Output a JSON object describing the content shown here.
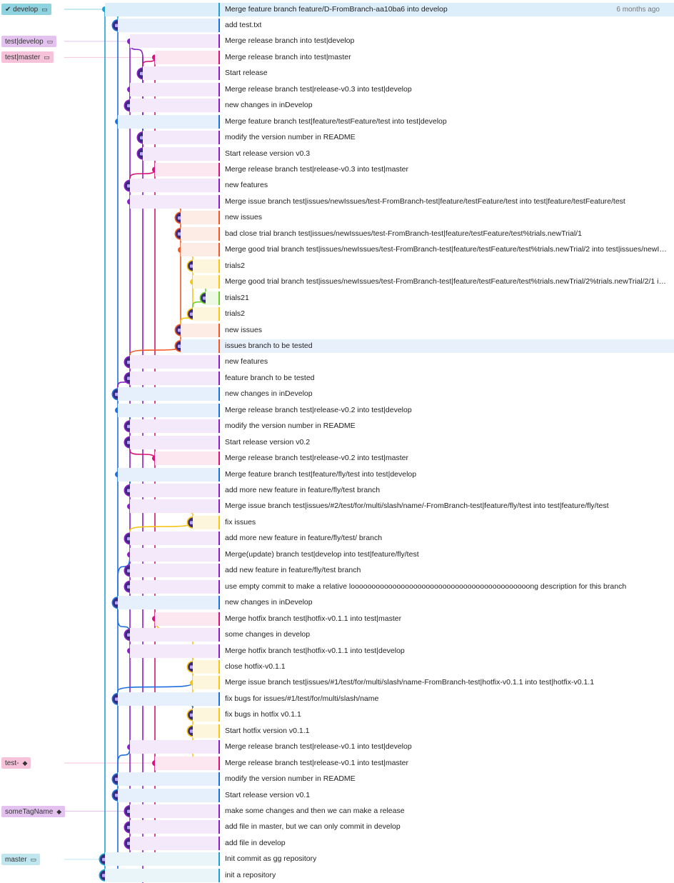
{
  "colors": {
    "cyan": "#1fa0d0",
    "blue": "#1f6fe0",
    "purple": "#8a1fc9",
    "magenta": "#d6137a",
    "orange": "#f05a28",
    "yellow": "#f5c518",
    "green": "#6cd02a",
    "node": "#3a2a7a"
  },
  "refs": [
    {
      "label": "develop",
      "checked": true,
      "icon": "laptop-icon",
      "row": 0,
      "color": "#8fd3e0"
    },
    {
      "label": "test|develop",
      "icon": "laptop-icon",
      "row": 2,
      "color": "#e3c2f0"
    },
    {
      "label": "test|master",
      "icon": "laptop-icon",
      "row": 3,
      "color": "#f6c2da"
    },
    {
      "label": "test-",
      "icon": "tag-icon",
      "row": 47,
      "color": "#f6c2da"
    },
    {
      "label": "someTagName",
      "icon": "tag-icon",
      "row": 50,
      "color": "#e3c2f0"
    },
    {
      "label": "master",
      "icon": "laptop-icon",
      "row": 53,
      "color": "#c0e6ef"
    }
  ],
  "commits": [
    {
      "msg": "Merge feature branch feature/D-FromBranch-aa10ba6 into develop",
      "date": "6 months ago",
      "lane": 0,
      "color": "cyan",
      "merge": true,
      "selected": true
    },
    {
      "msg": "add test.txt",
      "lane": 1,
      "color": "blue"
    },
    {
      "msg": "Merge release branch into test|develop",
      "lane": 2,
      "color": "purple",
      "merge": true
    },
    {
      "msg": "Merge release branch into test|master",
      "lane": 4,
      "color": "magenta",
      "merge": true
    },
    {
      "msg": "Start release",
      "lane": 3,
      "color": "purple"
    },
    {
      "msg": "Merge release branch test|release-v0.3 into test|develop",
      "lane": 2,
      "color": "purple",
      "merge": true
    },
    {
      "msg": "new changes in inDevelop",
      "lane": 2,
      "color": "purple"
    },
    {
      "msg": "Merge feature branch test|feature/testFeature/test into test|develop",
      "lane": 1,
      "color": "blue",
      "merge": true
    },
    {
      "msg": "modify the version number in README",
      "lane": 3,
      "color": "purple"
    },
    {
      "msg": "Start release version v0.3",
      "lane": 3,
      "color": "purple"
    },
    {
      "msg": "Merge release branch test|release-v0.3 into test|master",
      "lane": 4,
      "color": "magenta",
      "merge": true
    },
    {
      "msg": "new features",
      "lane": 2,
      "color": "purple"
    },
    {
      "msg": "Merge issue branch test|issues/newIssues/test-FromBranch-test|feature/testFeature/test into test|feature/testFeature/test",
      "lane": 2,
      "color": "purple",
      "merge": true
    },
    {
      "msg": "new issues",
      "lane": 5,
      "color": "orange"
    },
    {
      "msg": "bad close trial branch test|issues/newIssues/test-FromBranch-test|feature/testFeature/test%trials.newTrial/1",
      "lane": 5,
      "color": "orange"
    },
    {
      "msg": "Merge good trial branch test|issues/newIssues/test-FromBranch-test|feature/testFeature/test%trials.newTrial/2 into test|issues/newIssu...",
      "lane": 5,
      "color": "orange",
      "merge": true
    },
    {
      "msg": "trials2",
      "lane": 6,
      "color": "yellow"
    },
    {
      "msg": "Merge good trial branch test|issues/newIssues/test-FromBranch-test|feature/testFeature/test%trials.newTrial/2%trials.newTrial/2/1 into ...",
      "lane": 6,
      "color": "yellow",
      "merge": true
    },
    {
      "msg": "trials21",
      "lane": 7,
      "color": "green"
    },
    {
      "msg": "trials2",
      "lane": 6,
      "color": "yellow"
    },
    {
      "msg": "new issues",
      "lane": 5,
      "color": "orange"
    },
    {
      "msg": "issues branch to be tested",
      "lane": 5,
      "color": "orange",
      "highlight": true
    },
    {
      "msg": "new features",
      "lane": 2,
      "color": "purple"
    },
    {
      "msg": "feature branch to be tested",
      "lane": 2,
      "color": "purple"
    },
    {
      "msg": "new changes in inDevelop",
      "lane": 1,
      "color": "blue"
    },
    {
      "msg": "Merge release branch test|release-v0.2 into test|develop",
      "lane": 1,
      "color": "blue",
      "merge": true
    },
    {
      "msg": "modify the version number in README",
      "lane": 2,
      "color": "purple"
    },
    {
      "msg": "Start release version v0.2",
      "lane": 2,
      "color": "purple"
    },
    {
      "msg": "Merge release branch test|release-v0.2 into test|master",
      "lane": 4,
      "color": "magenta",
      "merge": true
    },
    {
      "msg": "Merge feature branch test|feature/fly/test into test|develop",
      "lane": 1,
      "color": "blue",
      "merge": true
    },
    {
      "msg": "add more new feature in feature/fly/test branch",
      "lane": 2,
      "color": "purple"
    },
    {
      "msg": "Merge issue branch test|issues/#2/test/for/multi/slash/name/-FromBranch-test|feature/fly/test into test|feature/fly/test",
      "lane": 2,
      "color": "purple",
      "merge": true
    },
    {
      "msg": "fix issues",
      "lane": 6,
      "color": "yellow"
    },
    {
      "msg": "add more new feature in feature/fly/test/ branch",
      "lane": 2,
      "color": "purple"
    },
    {
      "msg": "Merge(update) branch test|develop into test|feature/fly/test",
      "lane": 2,
      "color": "purple",
      "merge": true
    },
    {
      "msg": "add new feature in feature/fly/test branch",
      "lane": 2,
      "color": "purple"
    },
    {
      "msg": "use empty commit to make a relative looooooooooooooooooooooooooooooooooooooooooong description for this branch",
      "lane": 2,
      "color": "purple"
    },
    {
      "msg": "new changes in inDevelop",
      "lane": 1,
      "color": "blue"
    },
    {
      "msg": "Merge hotfix branch test|hotfix-v0.1.1 into test|master",
      "lane": 4,
      "color": "magenta",
      "merge": true
    },
    {
      "msg": "some changes in develop",
      "lane": 2,
      "color": "purple"
    },
    {
      "msg": "Merge hotfix branch test|hotfix-v0.1.1 into test|develop",
      "lane": 2,
      "color": "purple",
      "merge": true
    },
    {
      "msg": "close hotfix-v0.1.1",
      "lane": 6,
      "color": "yellow"
    },
    {
      "msg": "Merge issue branch test|issues/#1/test/for/multi/slash/name-FromBranch-test|hotfix-v0.1.1 into test|hotfix-v0.1.1",
      "lane": 6,
      "color": "yellow",
      "merge": true
    },
    {
      "msg": "fix bugs for issues/#1/test/for/multi/slash/name",
      "lane": 1,
      "color": "blue"
    },
    {
      "msg": "fix bugs in hotfix v0.1.1",
      "lane": 6,
      "color": "yellow"
    },
    {
      "msg": "Start hotfix version v0.1.1",
      "lane": 6,
      "color": "yellow"
    },
    {
      "msg": "Merge release branch test|release-v0.1 into test|develop",
      "lane": 2,
      "color": "purple",
      "merge": true
    },
    {
      "msg": "Merge release branch test|release-v0.1 into test|master",
      "lane": 4,
      "color": "magenta",
      "merge": true
    },
    {
      "msg": "modify the version number in README",
      "lane": 1,
      "color": "blue"
    },
    {
      "msg": "Start release version v0.1",
      "lane": 1,
      "color": "blue"
    },
    {
      "msg": "make some changes and then we can make a release",
      "lane": 2,
      "color": "purple"
    },
    {
      "msg": "add file in master, but we can only commit in develop",
      "lane": 2,
      "color": "purple"
    },
    {
      "msg": "add file in develop",
      "lane": 2,
      "color": "purple"
    },
    {
      "msg": "Init commit as gg repository",
      "lane": 0,
      "color": "cyan"
    },
    {
      "msg": "init a repository",
      "lane": 0,
      "color": "cyan"
    }
  ]
}
